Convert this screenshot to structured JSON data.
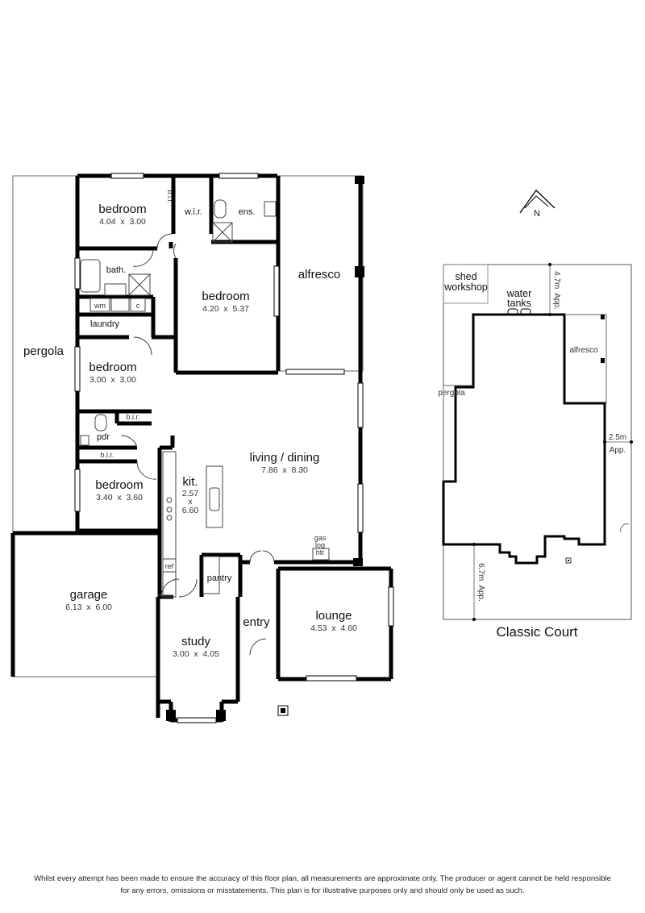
{
  "rooms": {
    "bedroom1": {
      "name": "bedroom",
      "dims": "4.04  x  3.00"
    },
    "bir1": "b.i.r.",
    "wir": "w.i.r.",
    "ens": "ens.",
    "bedroom_master": {
      "name": "bedroom",
      "dims": "4.20  x  5.37"
    },
    "alfresco": "alfresco",
    "bath": "bath.",
    "wm": "wm",
    "c": "c",
    "laundry": "laundry",
    "pergola": "pergola",
    "bedroom2": {
      "name": "bedroom",
      "dims": "3.00  x  3.00"
    },
    "bir2": "b.i.r.",
    "pdr": "pdr",
    "bir3": "b.i.r.",
    "bedroom3": {
      "name": "bedroom",
      "dims": "3.40  x  3.60"
    },
    "kitchen": {
      "name": "kit.",
      "dims_w": "2.57",
      "dims_x": "x",
      "dims_h": "6.60"
    },
    "living": {
      "name": "living / dining",
      "dims": "7.86  x  8.30"
    },
    "heater": {
      "line1": "gas",
      "line2": "log",
      "line3": "htr"
    },
    "garage": {
      "name": "garage",
      "dims": "6.13  x  6.00"
    },
    "ref": "ref",
    "pantry": "pantry",
    "entry": "entry",
    "lounge": {
      "name": "lounge",
      "dims": "4.53  x  4.60"
    },
    "study": {
      "name": "study",
      "dims": "3.00  x  4.05"
    }
  },
  "site": {
    "compass": "N",
    "shed_line1": "shed",
    "shed_line2": "workshop",
    "water_line1": "water",
    "water_line2": "tanks",
    "setback_rear": "4.7m  App.",
    "alfresco": "alfresco",
    "pergola": "pergola",
    "setback_side_1": "2.5m",
    "setback_side_2": "App.",
    "setback_front": "6.7m  App.",
    "street": "Classic Court"
  },
  "disclaimer": "Whilst every attempt has been made to ensure the accuracy of this floor plan, all measurements are approximate only. The producer or agent cannot be held responsible for any errors, omissions or misstatements. This plan is for illustrative purposes only and should only be used as such."
}
